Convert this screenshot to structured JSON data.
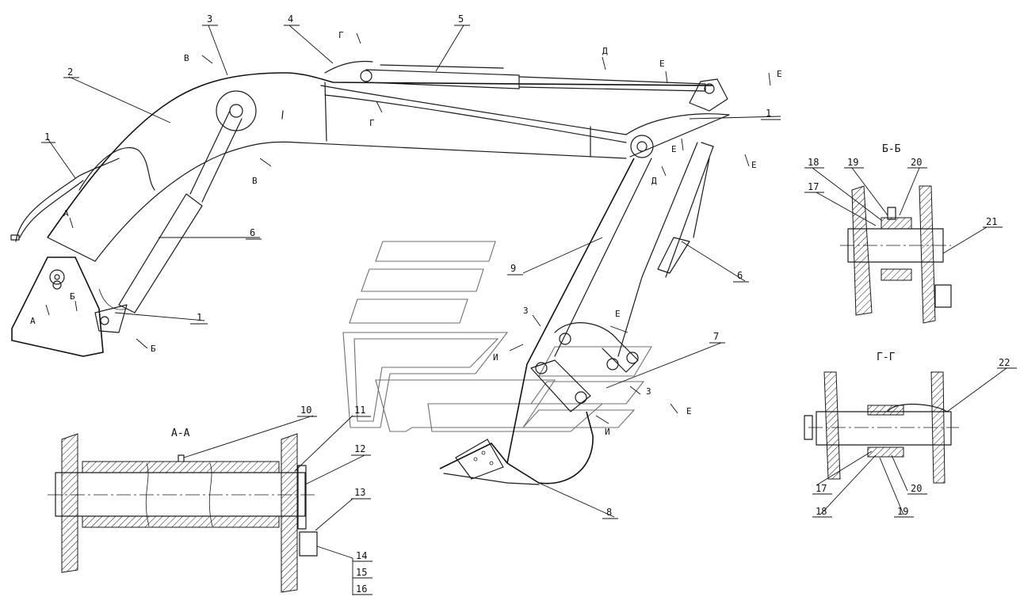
{
  "diagram": {
    "positions": [
      {
        "id": "p1a",
        "text": "1"
      },
      {
        "id": "p1b",
        "text": "1"
      },
      {
        "id": "p1c",
        "text": "1"
      },
      {
        "id": "p2",
        "text": "2"
      },
      {
        "id": "p3",
        "text": "3"
      },
      {
        "id": "p4",
        "text": "4"
      },
      {
        "id": "p5",
        "text": "5"
      },
      {
        "id": "p6a",
        "text": "6"
      },
      {
        "id": "p6b",
        "text": "6"
      },
      {
        "id": "p7",
        "text": "7"
      },
      {
        "id": "p8",
        "text": "8"
      },
      {
        "id": "p9",
        "text": "9"
      },
      {
        "id": "p10",
        "text": "10"
      },
      {
        "id": "p11",
        "text": "11"
      },
      {
        "id": "p12",
        "text": "12"
      },
      {
        "id": "p13",
        "text": "13"
      },
      {
        "id": "p14",
        "text": "14"
      },
      {
        "id": "p15",
        "text": "15"
      },
      {
        "id": "p16",
        "text": "16"
      },
      {
        "id": "p17a",
        "text": "17"
      },
      {
        "id": "p18a",
        "text": "18"
      },
      {
        "id": "p19a",
        "text": "19"
      },
      {
        "id": "p20a",
        "text": "20"
      },
      {
        "id": "p21",
        "text": "21"
      },
      {
        "id": "p22",
        "text": "22"
      },
      {
        "id": "p17b",
        "text": "17"
      },
      {
        "id": "p18b",
        "text": "18"
      },
      {
        "id": "p19b",
        "text": "19"
      },
      {
        "id": "p20b",
        "text": "20"
      }
    ],
    "section_titles": {
      "aa": "А-А",
      "bb": "Б-Б",
      "gg": "Г-Г"
    },
    "cut_marks": [
      {
        "id": "c1",
        "text": "В"
      },
      {
        "id": "c2",
        "text": "Г"
      },
      {
        "id": "c3",
        "text": "Д"
      },
      {
        "id": "c4",
        "text": "Е"
      },
      {
        "id": "c5",
        "text": "Е"
      },
      {
        "id": "c6",
        "text": "Г"
      },
      {
        "id": "c7",
        "text": "В"
      },
      {
        "id": "c8",
        "text": "Д"
      },
      {
        "id": "c9",
        "text": "Е"
      },
      {
        "id": "c10",
        "text": "Е"
      },
      {
        "id": "c11",
        "text": "А"
      },
      {
        "id": "c12",
        "text": "Б"
      },
      {
        "id": "c13",
        "text": "А"
      },
      {
        "id": "c14",
        "text": "Б"
      },
      {
        "id": "c15",
        "text": "З"
      },
      {
        "id": "c16",
        "text": "Е"
      },
      {
        "id": "c17",
        "text": "И"
      },
      {
        "id": "c18",
        "text": "З"
      },
      {
        "id": "c19",
        "text": "И"
      },
      {
        "id": "c20",
        "text": "Е"
      }
    ]
  }
}
